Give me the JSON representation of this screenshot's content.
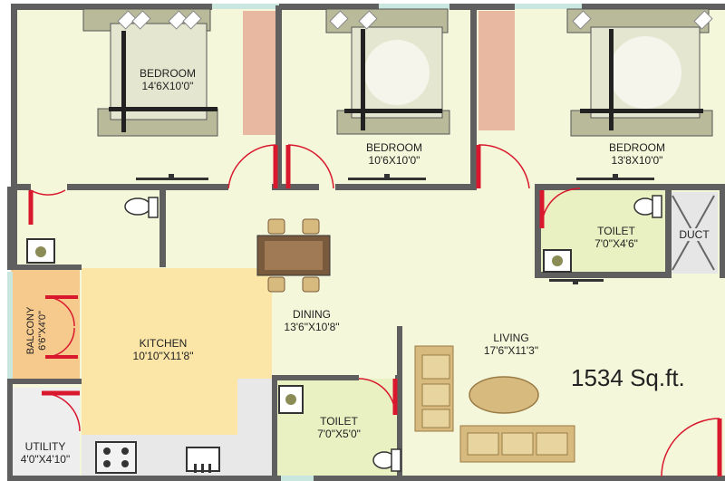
{
  "colors": {
    "wall": "#5f5f5f",
    "floor": "#f4f7d9",
    "wet_floor": "#e9f1c3",
    "kitchen": "#fbe6a8",
    "balcony": "#f6c98d",
    "utility": "#e8e8e8",
    "wardrobe": "#e8b8a0",
    "door": "#d9182e",
    "window": "#c9e7de",
    "furniture_wood": "#d7bb7e",
    "furniture_dark": "#7a5a3c"
  },
  "rooms": {
    "bedroom1": {
      "name": "BEDROOM",
      "size": "14'6X10'0\""
    },
    "bedroom2": {
      "name": "BEDROOM",
      "size": "10'6X10'0\""
    },
    "bedroom3": {
      "name": "BEDROOM",
      "size": "13'8X10'0\""
    },
    "toilet1": {
      "name": "TOILET",
      "size": "7'0\"X4'6\""
    },
    "duct": {
      "name": "DUCT"
    },
    "dining": {
      "name": "DINING",
      "size": "13'6\"X10'8\""
    },
    "living": {
      "name": "LIVING",
      "size": "17'6\"X11'3\""
    },
    "kitchen": {
      "name": "KITCHEN",
      "size": "10'10\"X11'8\""
    },
    "balcony": {
      "name": "BALCONY",
      "size": "6'6\"X4'0\""
    },
    "toilet2": {
      "name": "TOILET",
      "size": "7'0\"X5'0\""
    },
    "utility": {
      "name": "UTILITY",
      "size": "4'0\"X4'10\""
    }
  },
  "area_text": "1534 Sq.ft."
}
